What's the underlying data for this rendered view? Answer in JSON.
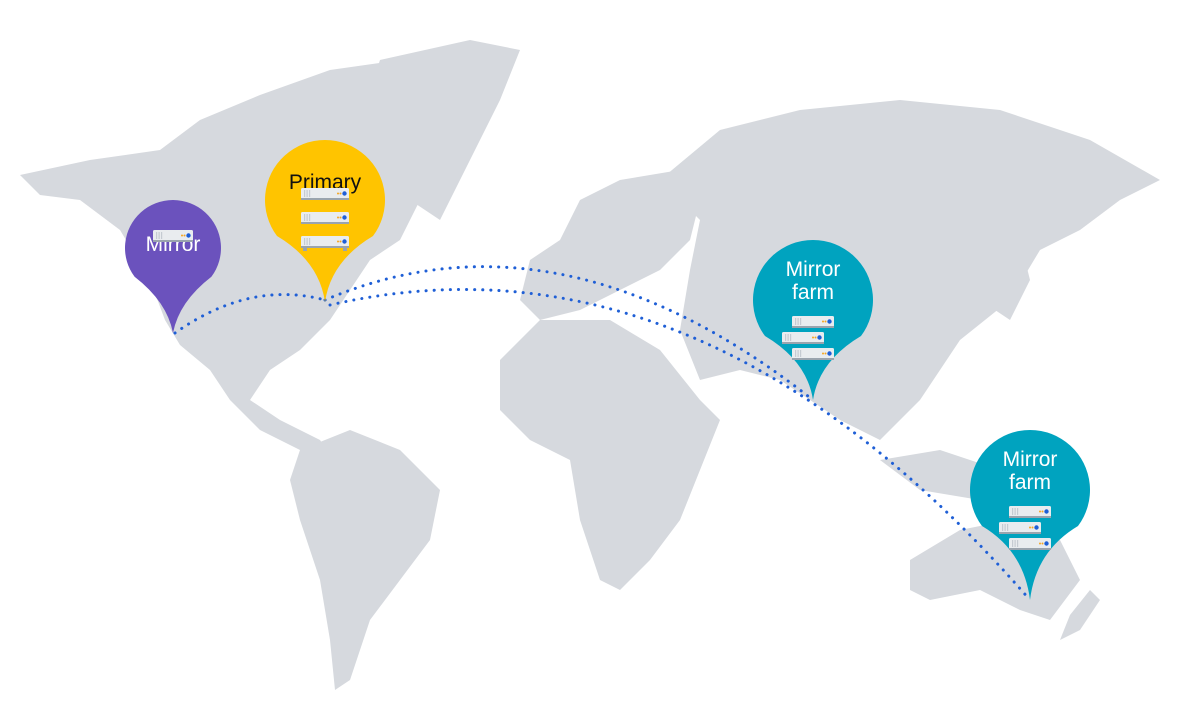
{
  "colors": {
    "land": "#D6D9DE",
    "route": "#1F5FD6",
    "mirror": "#6B52BD",
    "primary": "#FFC400",
    "mirror_farm": "#00A3BF"
  },
  "pins": [
    {
      "id": "mirror-west",
      "line1": "Mirror",
      "line2": "",
      "servers": 1
    },
    {
      "id": "primary",
      "line1": "Primary",
      "line2": "",
      "servers": 3
    },
    {
      "id": "mirror-farm-asia",
      "line1": "Mirror",
      "line2": "farm",
      "servers": 3
    },
    {
      "id": "mirror-farm-australia",
      "line1": "Mirror",
      "line2": "farm",
      "servers": 3
    }
  ]
}
